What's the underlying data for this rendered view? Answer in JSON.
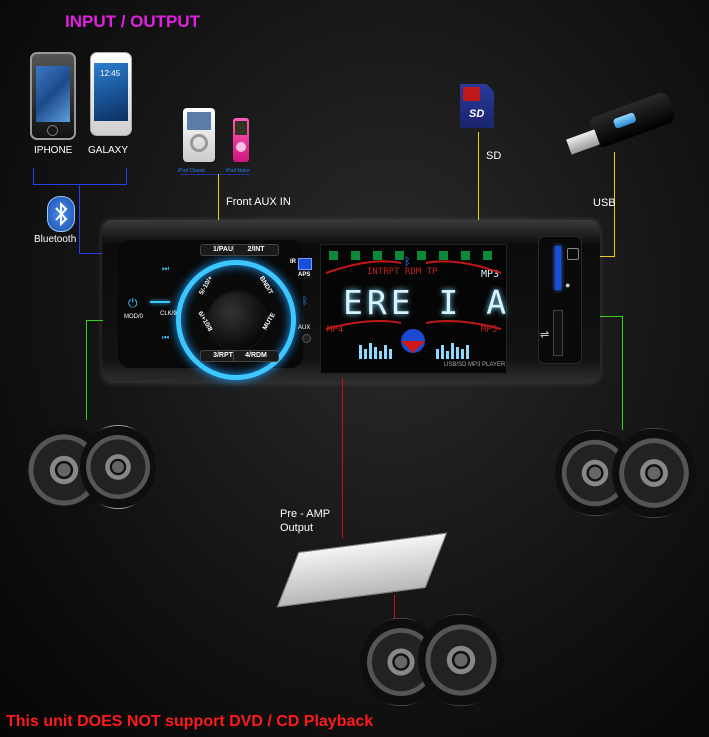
{
  "header": {
    "title": "INPUT / OUTPUT"
  },
  "devices": {
    "iphone": "IPHONE",
    "galaxy": "GALAXY",
    "galaxy_screen_time": "12:45",
    "ipod_classic": "iPod Classic",
    "ipod_nano": "iPod Nano",
    "bluetooth": "Bluetooth",
    "sd": "SD",
    "sd_card_text": "SD",
    "usb": "USB",
    "front_aux": "Front AUX IN",
    "pre_amp_line1": "Pre - AMP",
    "pre_amp_line2": "Output"
  },
  "head_unit": {
    "buttons": {
      "pau": "1/PAU",
      "int": "2/INT",
      "rpt": "3/RPT",
      "rdm": "4/RDM",
      "ir": "IR",
      "aps": "APS",
      "aux": "AUX",
      "mod": "MOD/0",
      "clk": "CLK/9",
      "band": "BND/T",
      "mute": "MUTE",
      "ring_left_top": "5/-10/+",
      "ring_left_bottom": "6/+10/8"
    },
    "display": {
      "segment_text": "ERE I A",
      "mode_row": "INTRPT RDM TP",
      "format": "MP3",
      "left_tag": "MP4",
      "right_tag": "MP5"
    },
    "model_text": "USB/SD MP3 PLAYER"
  },
  "footer": {
    "warning": "This unit DOES NOT support DVD / CD Playback"
  },
  "colors": {
    "title": "#e020e0",
    "warning": "#ff1a1a",
    "input_line": "#2a3cf0",
    "aux_line": "#e8d010",
    "speaker_line": "#3ad01a",
    "preamp_line": "#c81010",
    "ring_glow": "#3cc8ff"
  }
}
